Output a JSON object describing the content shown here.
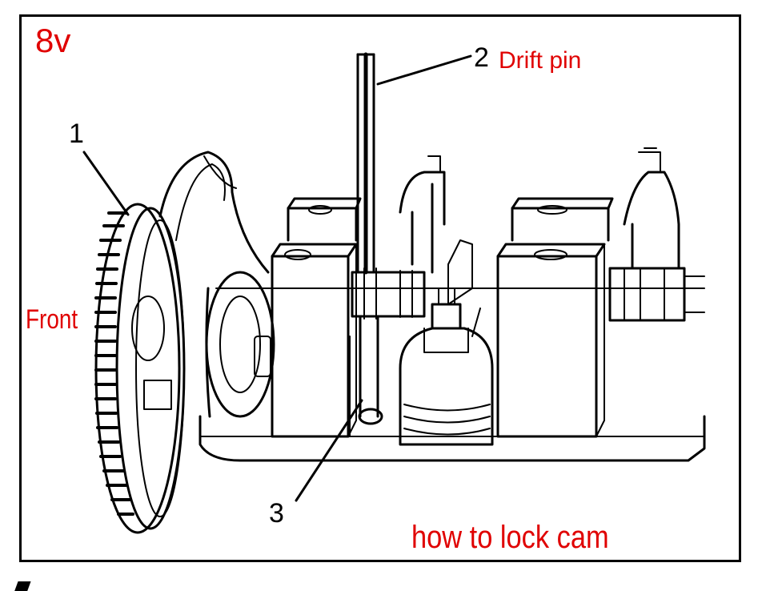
{
  "labels": {
    "engine_tag": "8v",
    "callout_1": "1",
    "callout_2": "2",
    "callout_3": "3",
    "drift_pin": "Drift pin",
    "front": "Front",
    "caption": "how to lock cam"
  },
  "colors": {
    "annotation": "#e00000",
    "linework": "#000000",
    "background": "#ffffff"
  },
  "icons": {
    "strip_mark": "black-bullet-mark"
  }
}
